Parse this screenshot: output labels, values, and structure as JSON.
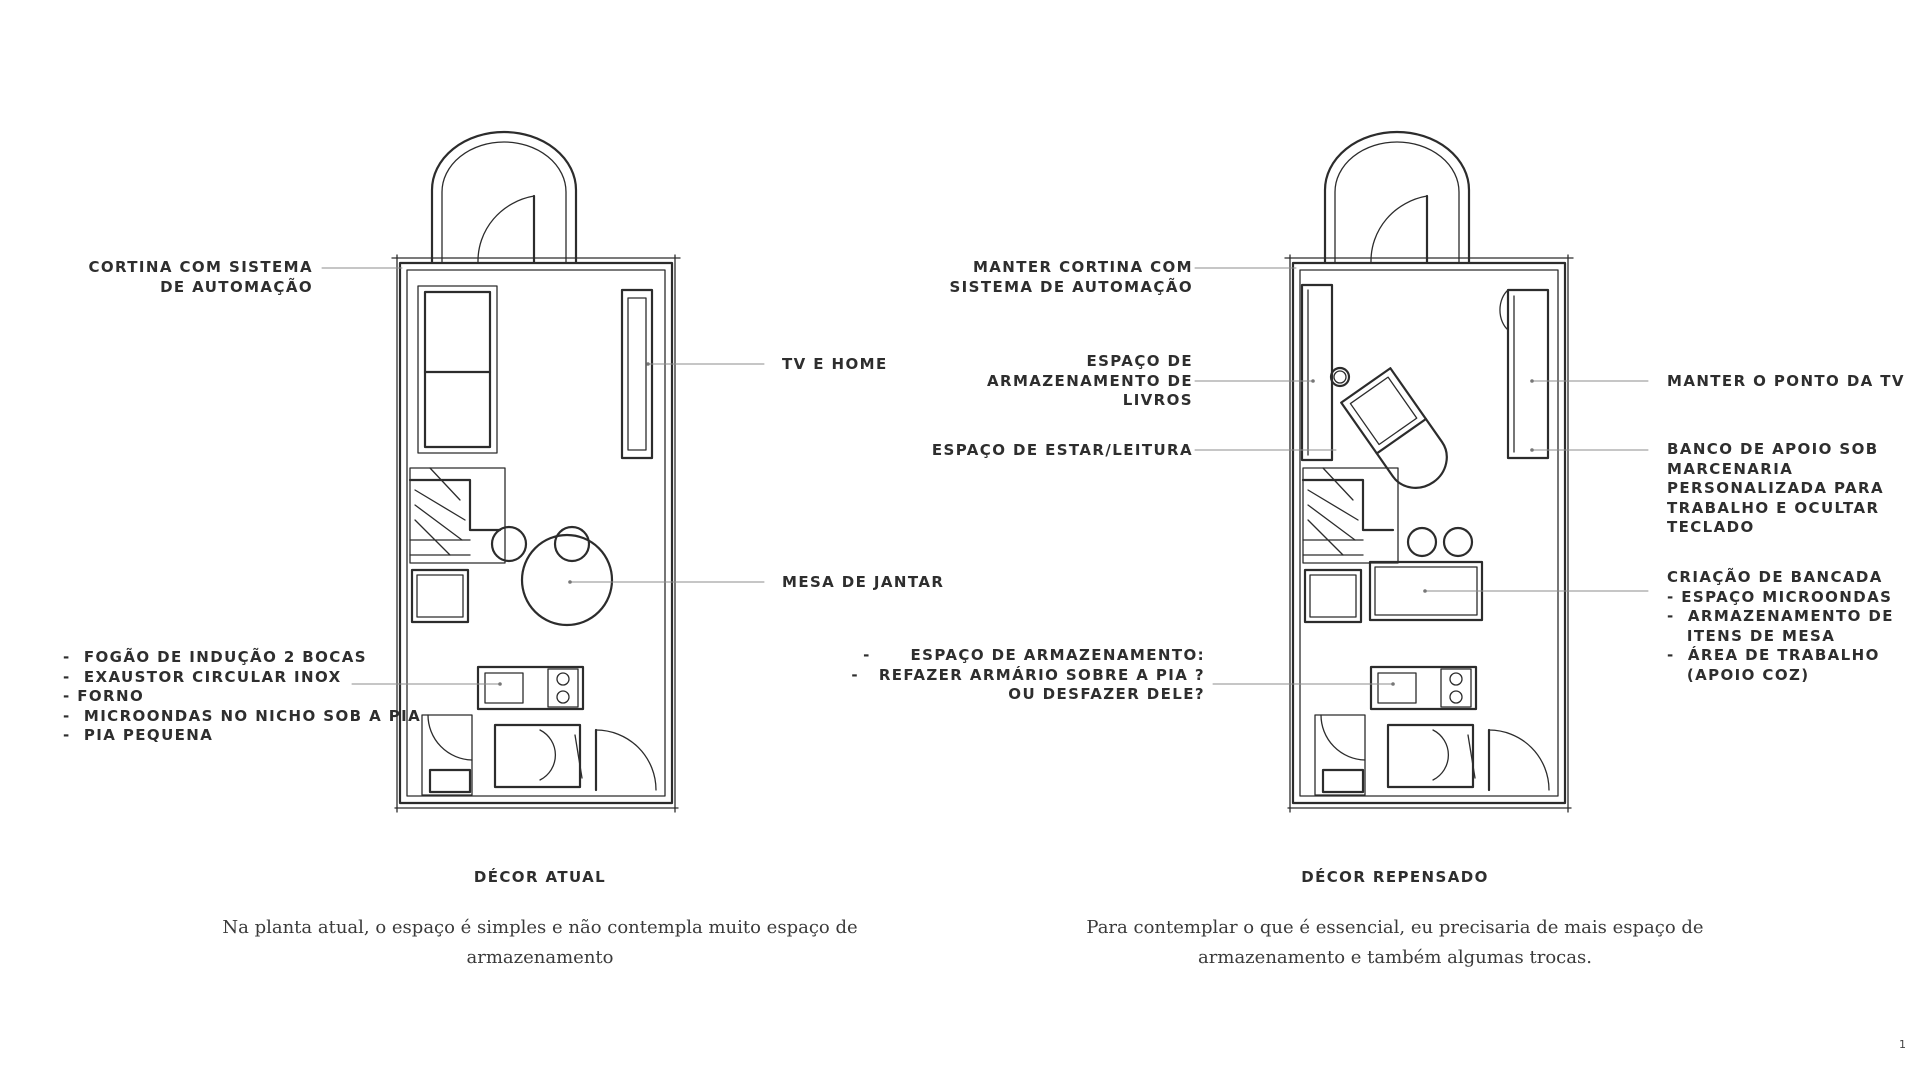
{
  "left_plan": {
    "title": "DÉCOR ATUAL",
    "description": "Na planta atual, o espaço é simples e não contempla muito espaço de armazenamento",
    "callouts": {
      "cortina": [
        "CORTINA COM SISTEMA",
        "DE AUTOMAÇÃO"
      ],
      "tv": [
        "TV E HOME"
      ],
      "mesa": [
        "MESA DE JANTAR"
      ],
      "cozinha": [
        "-  FOGÃO DE INDUÇÃO 2 BOCAS",
        "-  EXAUSTOR CIRCULAR INOX",
        "- FORNO",
        "-  MICROONDAS NO NICHO SOB A PIA",
        "-  PIA PEQUENA"
      ]
    }
  },
  "right_plan": {
    "title": "DÉCOR REPENSADO",
    "description": "Para contemplar o que é essencial, eu precisaria de mais espaço de armazenamento e também algumas trocas.",
    "callouts": {
      "cortina": [
        "MANTER CORTINA COM",
        "SISTEMA DE AUTOMAÇÃO"
      ],
      "livros": [
        "ESPAÇO DE",
        "ARMAZENAMENTO DE",
        "LIVROS"
      ],
      "estar": [
        "ESPAÇO DE ESTAR/LEITURA"
      ],
      "armazenamento": [
        "-      ESPAÇO DE ARMAZENAMENTO:",
        "-   REFAZER ARMÁRIO SOBRE A PIA ?",
        "OU DESFAZER DELE?"
      ],
      "tv": [
        "MANTER O PONTO DA TV"
      ],
      "banco": [
        "BANCO DE APOIO SOB",
        "MARCENARIA",
        "PERSONALIZADA PARA",
        "TRABALHO E OCULTAR",
        "TECLADO"
      ],
      "bancada": [
        "CRIAÇÃO DE BANCADA",
        "- ESPAÇO MICROONDAS",
        "-  ARMAZENAMENTO DE",
        "   ITENS DE MESA",
        "-  ÁREA DE TRABALHO",
        "   (APOIO COZ)"
      ]
    }
  },
  "page_number": "1"
}
